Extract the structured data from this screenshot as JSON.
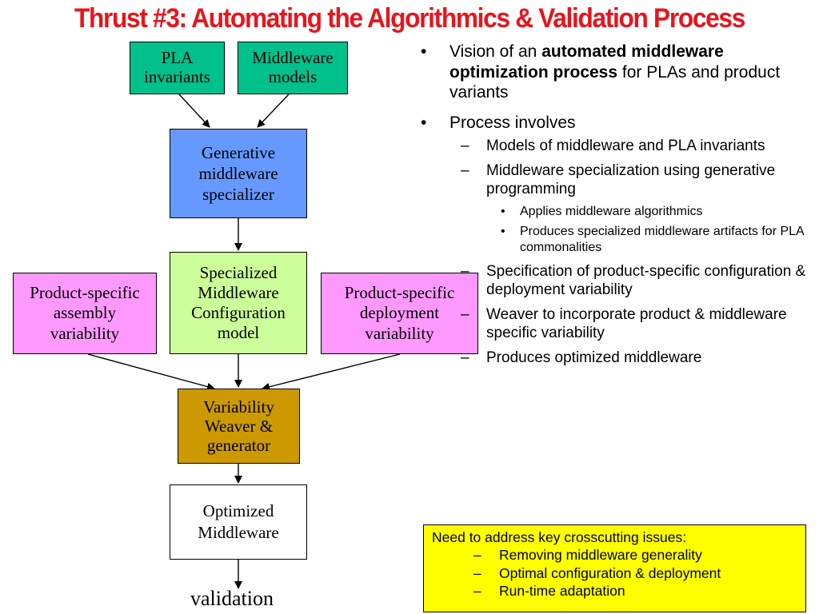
{
  "title": "Thrust #3: Automating the Algorithmics & Validation Process",
  "colors": {
    "title": "#e8141c",
    "inputs": "#00c08c",
    "generator": "#6699ff",
    "model": "#ccff99",
    "variability": "#ff99ff",
    "weaver": "#cc9900",
    "output": "#ffffff",
    "note": "#ffff00"
  },
  "diagram": {
    "pla_invariants": [
      "PLA",
      "invariants"
    ],
    "middleware_models": [
      "Middleware",
      "models"
    ],
    "generative_specializer": [
      "Generative",
      "middleware",
      "specializer"
    ],
    "specialized_model": [
      "Specialized",
      "Middleware",
      "Configuration",
      "model"
    ],
    "assembly_variability": [
      "Product-specific",
      "assembly",
      "variability"
    ],
    "deployment_variability": [
      "Product-specific",
      "deployment",
      "variability"
    ],
    "weaver": [
      "Variability",
      "Weaver &",
      "generator"
    ],
    "optimized": [
      "Optimized",
      "Middleware"
    ],
    "validation": "validation"
  },
  "bullets": {
    "b1_prefix": "Vision of an ",
    "b1_bold": "automated middleware optimization process",
    "b1_suffix": " for PLAs and product variants",
    "b2": "Process involves",
    "sub1": "Models of middleware and PLA invariants",
    "sub2": "Middleware specialization using generative programming",
    "subsub1": "Applies middleware algorithmics",
    "subsub2": "Produces specialized middleware artifacts for PLA commonalities",
    "sub3": "Specification of product-specific configuration & deployment variability",
    "sub4": "Weaver to incorporate product & middleware specific variability",
    "sub5": "Produces optimized middleware"
  },
  "note": {
    "heading": "Need to address key crosscutting issues:",
    "items": [
      "Removing middleware generality",
      "Optimal configuration & deployment",
      "Run-time adaptation"
    ]
  }
}
